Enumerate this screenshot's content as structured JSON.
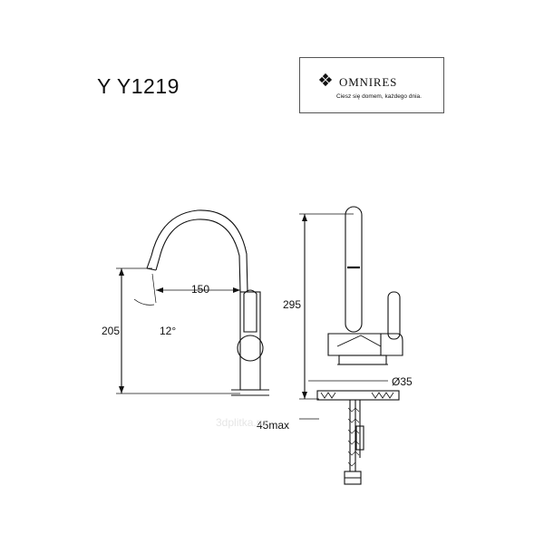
{
  "header": {
    "model_code": "Y Y1219"
  },
  "brand": {
    "name": "OMNIRES",
    "tagline": "Ciesz się domem, każdego dnia."
  },
  "dimensions": {
    "spout_reach": "150",
    "height_left": "205",
    "angle": "12°",
    "height_right": "295",
    "base_diameter": "Ø35",
    "counter_thickness": "45max"
  },
  "watermark": "3dplitka.ru",
  "icons": {
    "brand_logo": "diamond-grid-icon"
  },
  "colors": {
    "line": "#111111",
    "frame": "#555555"
  }
}
